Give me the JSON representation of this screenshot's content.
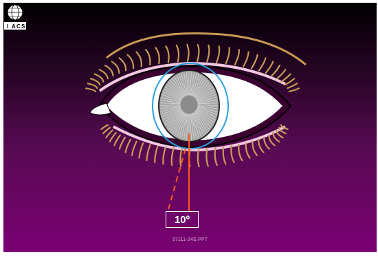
{
  "annotation": {
    "angle_label": "10º"
  },
  "footer": {
    "file_label": "97111-24S.PPT"
  },
  "logo": {
    "letters": [
      "I",
      "A",
      "C",
      "S"
    ]
  },
  "colors": {
    "background_top": "#000000",
    "background_bottom": "#7a0073",
    "sclera": "#ffffff",
    "iris": "#a8a8a8",
    "pupil": "#8c8c8c",
    "limbus_ring": "#2aa0e0",
    "optic_axis": "#ff5a1a",
    "eyelash": "#c99a55",
    "lid_margin": "#f2c8e0"
  }
}
